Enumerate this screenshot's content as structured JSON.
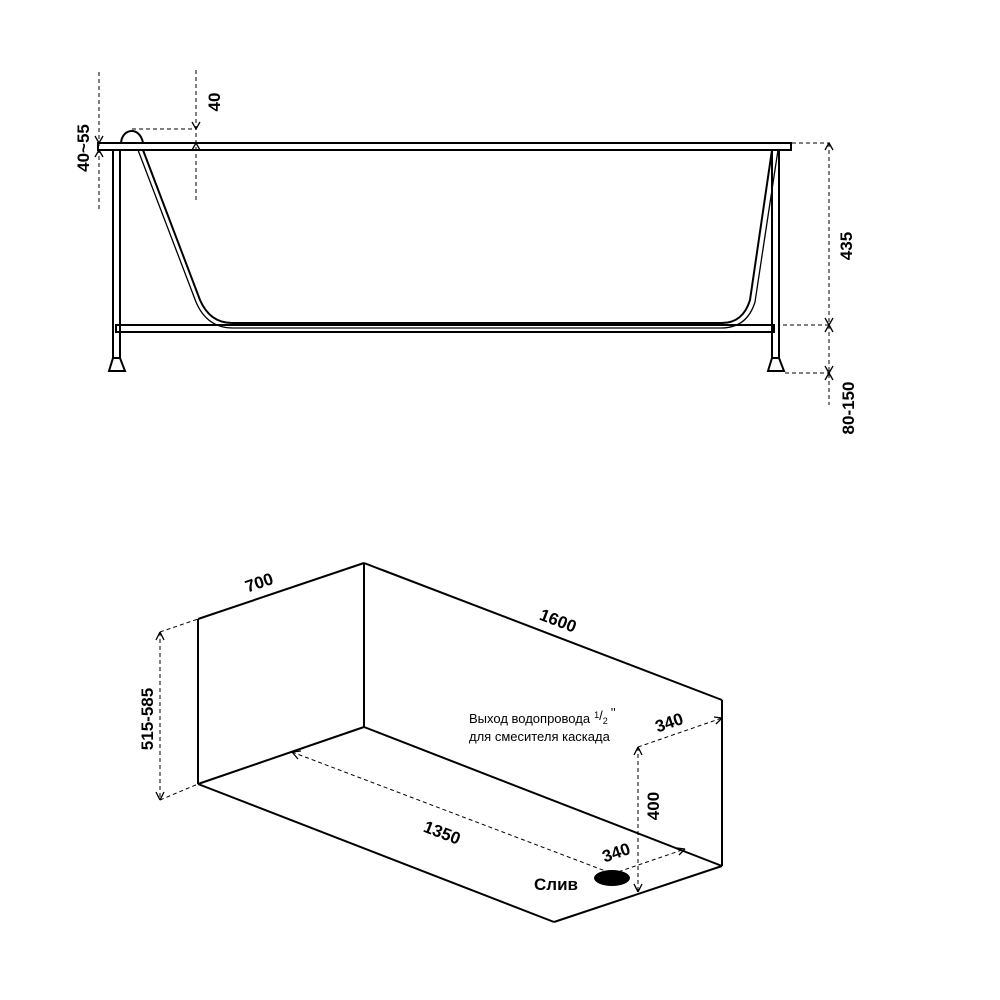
{
  "side_view": {
    "dims": {
      "rim_height": "40~55",
      "overflow_offset": "40",
      "tub_depth": "435",
      "leg_adjust": "80-150"
    }
  },
  "iso_view": {
    "dims": {
      "width": "700",
      "length": "1600",
      "height": "515-585",
      "inner_length": "1350",
      "pipe_offset": "340",
      "pipe_height": "400",
      "drain_offset": "340"
    },
    "note": {
      "line1_prefix": "Выход водопровода",
      "frac_num": "1",
      "frac_den": "2",
      "inch_mark": "''",
      "line2": "для смесителя каскада"
    },
    "drain_label": "Слив"
  }
}
